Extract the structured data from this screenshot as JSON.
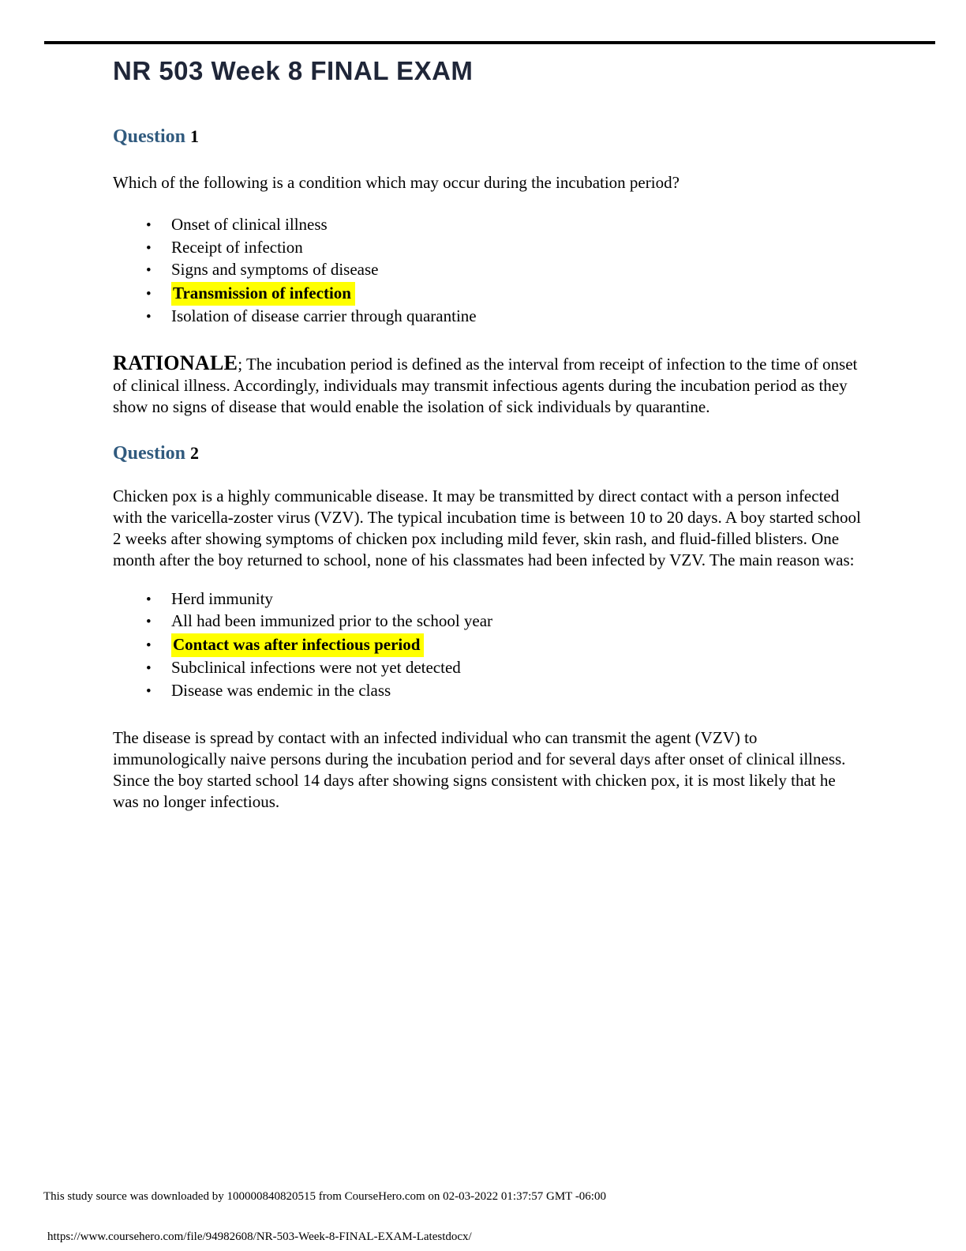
{
  "glyphs": {
    "bullet": "•"
  },
  "colors": {
    "title_text": "#1F2638",
    "question_heading": "#305A7E",
    "highlight": "#FFFF00",
    "body_text": "#000000"
  },
  "document": {
    "title": "NR 503 Week 8 FINAL EXAM"
  },
  "questions": [
    {
      "label": "Question",
      "number": "1",
      "prompt": "Which of the following is a condition which may occur during the incubation period?",
      "options": [
        {
          "text": "Onset of clinical illness",
          "highlighted": false
        },
        {
          "text": "Receipt of infection",
          "highlighted": false
        },
        {
          "text": "Signs and symptoms of disease",
          "highlighted": false
        },
        {
          "text": "Transmission of infection",
          "highlighted": true
        },
        {
          "text": "Isolation of disease carrier through quarantine",
          "highlighted": false
        }
      ],
      "rationale": {
        "label": "RATIONALE",
        "sep": "; ",
        "text": "The incubation period is defined as the interval from receipt of infection to the time of onset of clinical illness. Accordingly, individuals may transmit infectious agents during the incubation period as they show no signs of disease that would enable the isolation of sick individuals by quarantine."
      }
    },
    {
      "label": "Question",
      "number": "2",
      "prompt": "Chicken pox is a highly communicable disease. It may be transmitted by direct contact with a person infected with the varicella-zoster virus (VZV). The typical incubation time is between 10 to 20 days. A boy started school 2 weeks after showing symptoms of chicken pox including mild fever, skin rash, and fluid-filled blisters. One month after the boy returned to school, none of his classmates had been infected by VZV. The main reason was:",
      "options": [
        {
          "text": "Herd immunity",
          "highlighted": false
        },
        {
          "text": "All had been immunized prior to the school year",
          "highlighted": false
        },
        {
          "text": "Contact was after infectious period",
          "highlighted": true
        },
        {
          "text": "Subclinical infections were not yet detected",
          "highlighted": false
        },
        {
          "text": "Disease was endemic in the class",
          "highlighted": false
        }
      ],
      "explanation": "The disease is spread by contact with an infected individual who can transmit the agent (VZV) to immunologically naive persons during the incubation period and for several days after onset of clinical illness. Since the boy started school 14 days after showing signs consistent with chicken pox, it is most likely that he was no longer infectious."
    }
  ],
  "footer": {
    "download_note": "This study source was downloaded by 100000840820515 from CourseHero.com on 02-03-2022 01:37:57 GMT -06:00",
    "url": "https://www.coursehero.com/file/94982608/NR-503-Week-8-FINAL-EXAM-Latestdocx/"
  }
}
